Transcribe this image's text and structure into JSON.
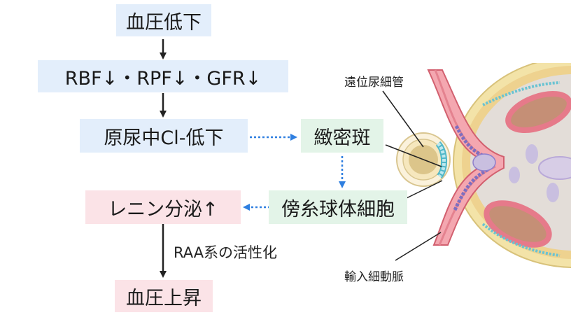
{
  "flow": {
    "bp_drop": "血圧低下",
    "flow_drop": "RBF↓・RPF↓・GFR↓",
    "cl_drop": "原尿中Cl-低下",
    "macula_densa": "緻密斑",
    "juxtaglomerular": "傍糸球体細胞",
    "renin": "レニン分泌↑",
    "raa": "RAA系の活性化",
    "bp_rise": "血圧上昇"
  },
  "anatomy": {
    "distal_tubule": "遠位尿細管",
    "afferent_arteriole": "輸入細動脈"
  },
  "colors": {
    "blue_box": "#e3eefb",
    "green_box": "#e3f4e8",
    "pink_box": "#fbe3e7",
    "dotted_arrow": "#2f7fe0",
    "solid_arrow": "#222222"
  }
}
